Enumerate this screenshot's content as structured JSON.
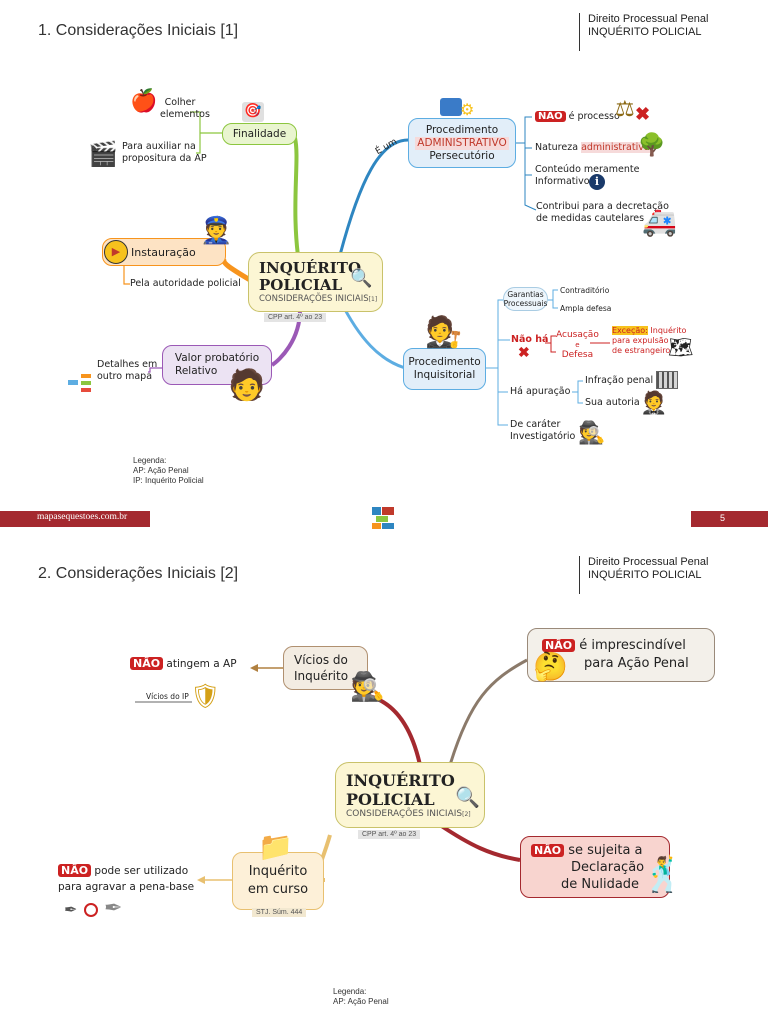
{
  "page1": {
    "title": "1. Considerações Iniciais [1]",
    "header": {
      "line1": "Direito Processual Penal",
      "line2": "INQUÉRITO POLICIAL"
    },
    "center": {
      "title1": "INQUÉRITO",
      "title2": "POLICIAL",
      "subtitle": "CONSIDERAÇÕES INICIAIS",
      "num": "[1]",
      "ref": "CPP art. 4º ao 23"
    },
    "finalidade": {
      "label": "Finalidade",
      "item1": "Colher elementos",
      "item2a": "Para auxiliar na",
      "item2b": "propositura da AP"
    },
    "instauracao": {
      "label": "Instauração",
      "item": "Pela autoridade policial"
    },
    "valor": {
      "label1": "Valor probatório",
      "label2": "Relativo",
      "detail1": "Detalhes em",
      "detail2": "outro mapa"
    },
    "procedimento_adm": {
      "edge": "É um",
      "label1": "Procedimento",
      "label2": "ADMINISTRATIVO",
      "label3": "Persecutório",
      "nao": "NÃO",
      "item1": "é processo",
      "item2a": "Natureza",
      "item2b": "administrativa",
      "item3a": "Conteúdo meramente",
      "item3b": "Informativo",
      "item4a": "Contribui para a decretação",
      "item4b": "de medidas cautelares"
    },
    "procedimento_inq": {
      "label1": "Procedimento",
      "label2": "Inquisitorial",
      "garantias1": "Garantias",
      "garantias2": "Processuais",
      "contraditorio": "Contraditório",
      "ampla": "Ampla defesa",
      "naoha": "Não há",
      "acusacao": "Acusação",
      "e": "e",
      "defesa": "Defesa",
      "excecao_label": "Exceção:",
      "excecao1": "Inquérito",
      "excecao2": "para expulsão",
      "excecao3": "de estrangeiro",
      "apuracao": "Há apuração",
      "infracao": "Infração penal",
      "autoria": "Sua autoria",
      "carater1": "De caráter",
      "carater2": "Investigatório"
    },
    "legend": {
      "title": "Legenda:",
      "ap": "AP: Ação Penal",
      "ip": "IP: Inquérito Policial"
    },
    "footer": {
      "site": "mapasequestoes.com.br",
      "page": "5"
    }
  },
  "page2": {
    "title": "2. Considerações Iniciais [2]",
    "header": {
      "line1": "Direito Processual Penal",
      "line2": "INQUÉRITO POLICIAL"
    },
    "center": {
      "title1": "INQUÉRITO",
      "title2": "POLICIAL",
      "subtitle": "CONSIDERAÇÕES INICIAIS",
      "num": "[2]",
      "ref": "CPP art. 4º ao 23"
    },
    "vicios": {
      "label1": "Vícios do",
      "label2": "Inquérito",
      "nao": "NÃO",
      "item": "atingem a AP",
      "caption": "Vícios do IP"
    },
    "imprescindivel": {
      "nao": "NÃO",
      "line1": "é imprescindível",
      "line2": "para Ação Penal"
    },
    "emcurso": {
      "label1": "Inquérito",
      "label2": "em curso",
      "ref": "STJ. Súm. 444",
      "nao": "NÃO",
      "item1": "pode ser utilizado",
      "item2": "para agravar a pena-base"
    },
    "nulidade": {
      "nao": "NÃO",
      "line1": "se sujeita a",
      "line2": "Declaração",
      "line3": "de Nulidade"
    },
    "legend": {
      "title": "Legenda:",
      "ap": "AP: Ação Penal"
    }
  },
  "colors": {
    "green": "#8cc63f",
    "orange": "#f7941d",
    "purple": "#9b59b6",
    "blue": "#2e86c1",
    "lightblue": "#5dade2",
    "brown": "#8b5a2b",
    "red": "#a4292f",
    "gold": "#d4a017"
  }
}
